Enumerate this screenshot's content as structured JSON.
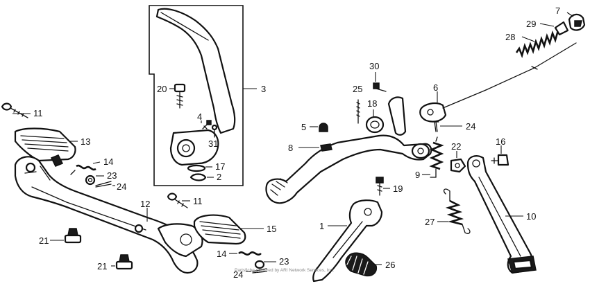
{
  "callouts": {
    "c1": "1",
    "c2": "2",
    "c3": "3",
    "c4": "4",
    "c5": "5",
    "c6": "6",
    "c7": "7",
    "c8": "8",
    "c9": "9",
    "c10": "10",
    "c11a": "11",
    "c11b": "11",
    "c12": "12",
    "c13": "13",
    "c14a": "14",
    "c14b": "14",
    "c15": "15",
    "c16": "16",
    "c17": "17",
    "c19": "19",
    "c20": "20",
    "c21a": "21",
    "c21b": "21",
    "c22": "22",
    "c23a": "23",
    "c23b": "23",
    "c24a": "24",
    "c24b": "24",
    "c24c": "24",
    "c25": "25",
    "c26": "26",
    "c27": "27",
    "c28": "28",
    "c29": "29",
    "c30": "30",
    "c31": "31",
    "c18": "18"
  },
  "watermark": "Partsfiche powered by ARI Network Services, Inc."
}
